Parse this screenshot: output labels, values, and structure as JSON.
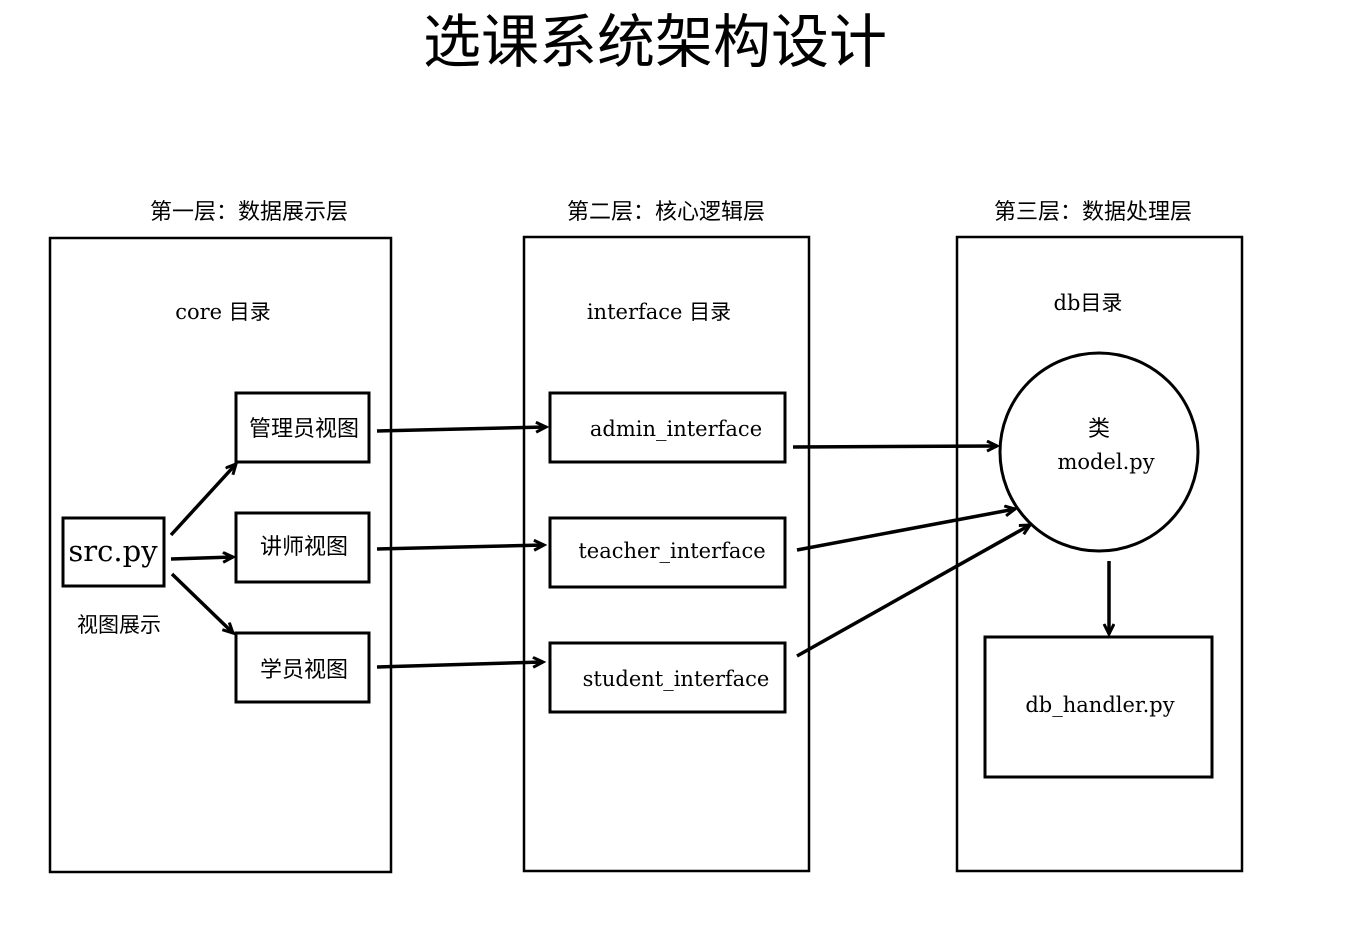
{
  "title": "选课系统架构设计",
  "layers": {
    "view": {
      "label": "第一层：数据展示层",
      "dir": "core 目录",
      "entry": "src.py",
      "entry_caption": "视图展示",
      "views": [
        "管理员视图",
        "讲师视图",
        "学员视图"
      ]
    },
    "logic": {
      "label": "第二层：核心逻辑层",
      "dir": "interface 目录",
      "interfaces": [
        "admin_interface",
        "teacher_interface",
        "student_interface"
      ]
    },
    "data": {
      "label": "第三层：数据处理层",
      "dir": "db目录",
      "model_title": "类",
      "model_file": "model.py",
      "handler": "db_handler.py"
    }
  },
  "colors": {
    "line": "#000000",
    "background": "#ffffff"
  }
}
